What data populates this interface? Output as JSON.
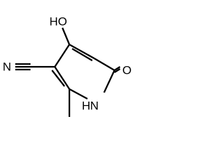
{
  "molecule": {
    "atoms": {
      "oh": "HO",
      "nitrile_n": "N",
      "nh_n": "N",
      "nh_h": "H",
      "carbonyl_o": "O"
    },
    "colors": {
      "bond": "#000000",
      "text": "#000000",
      "background": "#ffffff"
    }
  }
}
